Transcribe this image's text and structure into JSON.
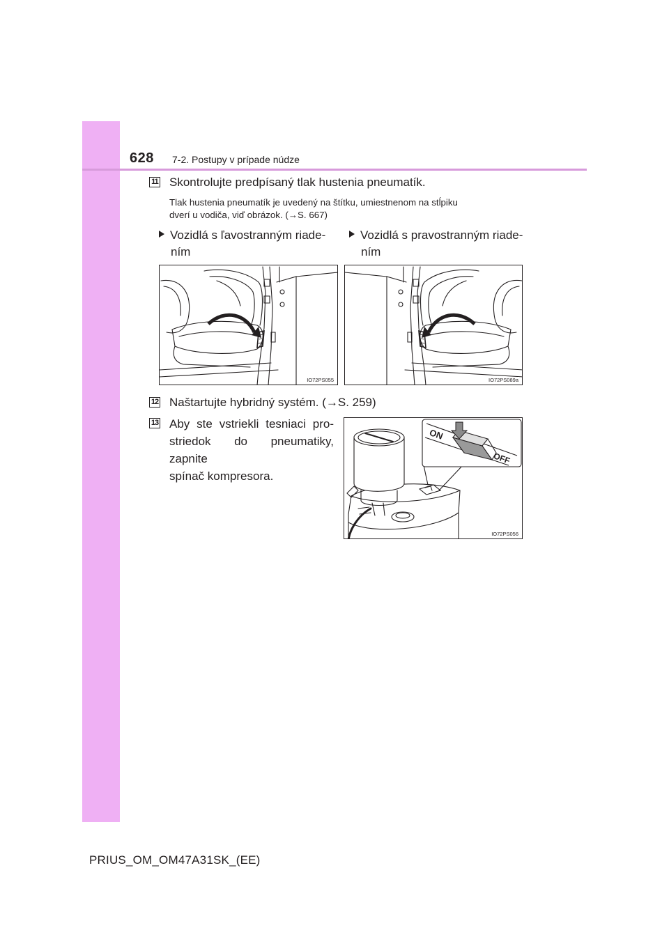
{
  "header": {
    "page_number": "628",
    "section_title": "7-2. Postupy v prípade núdze"
  },
  "steps": [
    {
      "number": "11",
      "text": "Skontrolujte predpísaný tlak hustenia pneumatík.",
      "note_line1": "Tlak hustenia pneumatík je uvedený na štítku, umiestnenom na stĺpiku",
      "note_line2": "dverí u vodiča, viď obrázok. (→S. 667)"
    },
    {
      "number": "12",
      "text": "Naštartujte hybridný systém. (→S. 259)"
    },
    {
      "number": "13",
      "line1": "Aby ste vstriekli tesniaci pro-",
      "line2": "striedok do pneumatiky, zapnite",
      "line3": "spínač kompresora."
    }
  ],
  "variants": {
    "left_hand_drive": {
      "line1": "Vozidlá s ľavostranným riade-",
      "line2": "ním"
    },
    "right_hand_drive": {
      "line1": "Vozidlá s pravostranným riade-",
      "line2": "ním"
    }
  },
  "figures": {
    "lhd": {
      "code": "IO72PS055",
      "icon": "door-pillar-label-illustration"
    },
    "rhd": {
      "code": "IO72PS089a",
      "icon": "door-pillar-label-illustration"
    },
    "compressor": {
      "code": "IO72PS056",
      "icon": "compressor-switch-illustration",
      "switch_on": "ON",
      "switch_off": "OFF"
    }
  },
  "footer": {
    "doc_id": "PRIUS_OM_OM47A31SK_(EE)"
  },
  "colors": {
    "sidebar": "#efb0f4",
    "rule": "#d79adb",
    "text": "#231f20"
  }
}
